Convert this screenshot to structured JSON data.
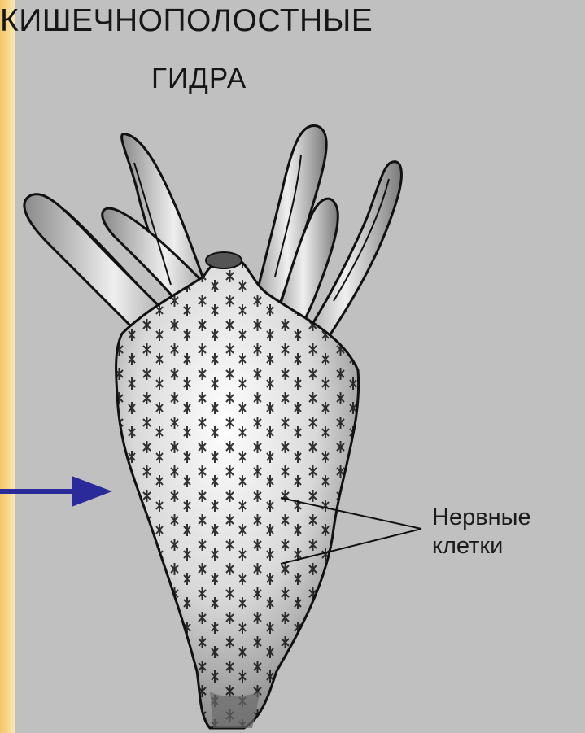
{
  "title": "КИШЕЧНОПОЛОСТНЫЕ",
  "subtitle": "ГИДРА",
  "callout": {
    "line1": "Нервные",
    "line2": "клетки"
  },
  "colors": {
    "panel": "#c0c0c0",
    "arrow": "#2a2a9a",
    "outline": "#111111"
  },
  "icons": {
    "pointer": "right-arrow-icon"
  }
}
